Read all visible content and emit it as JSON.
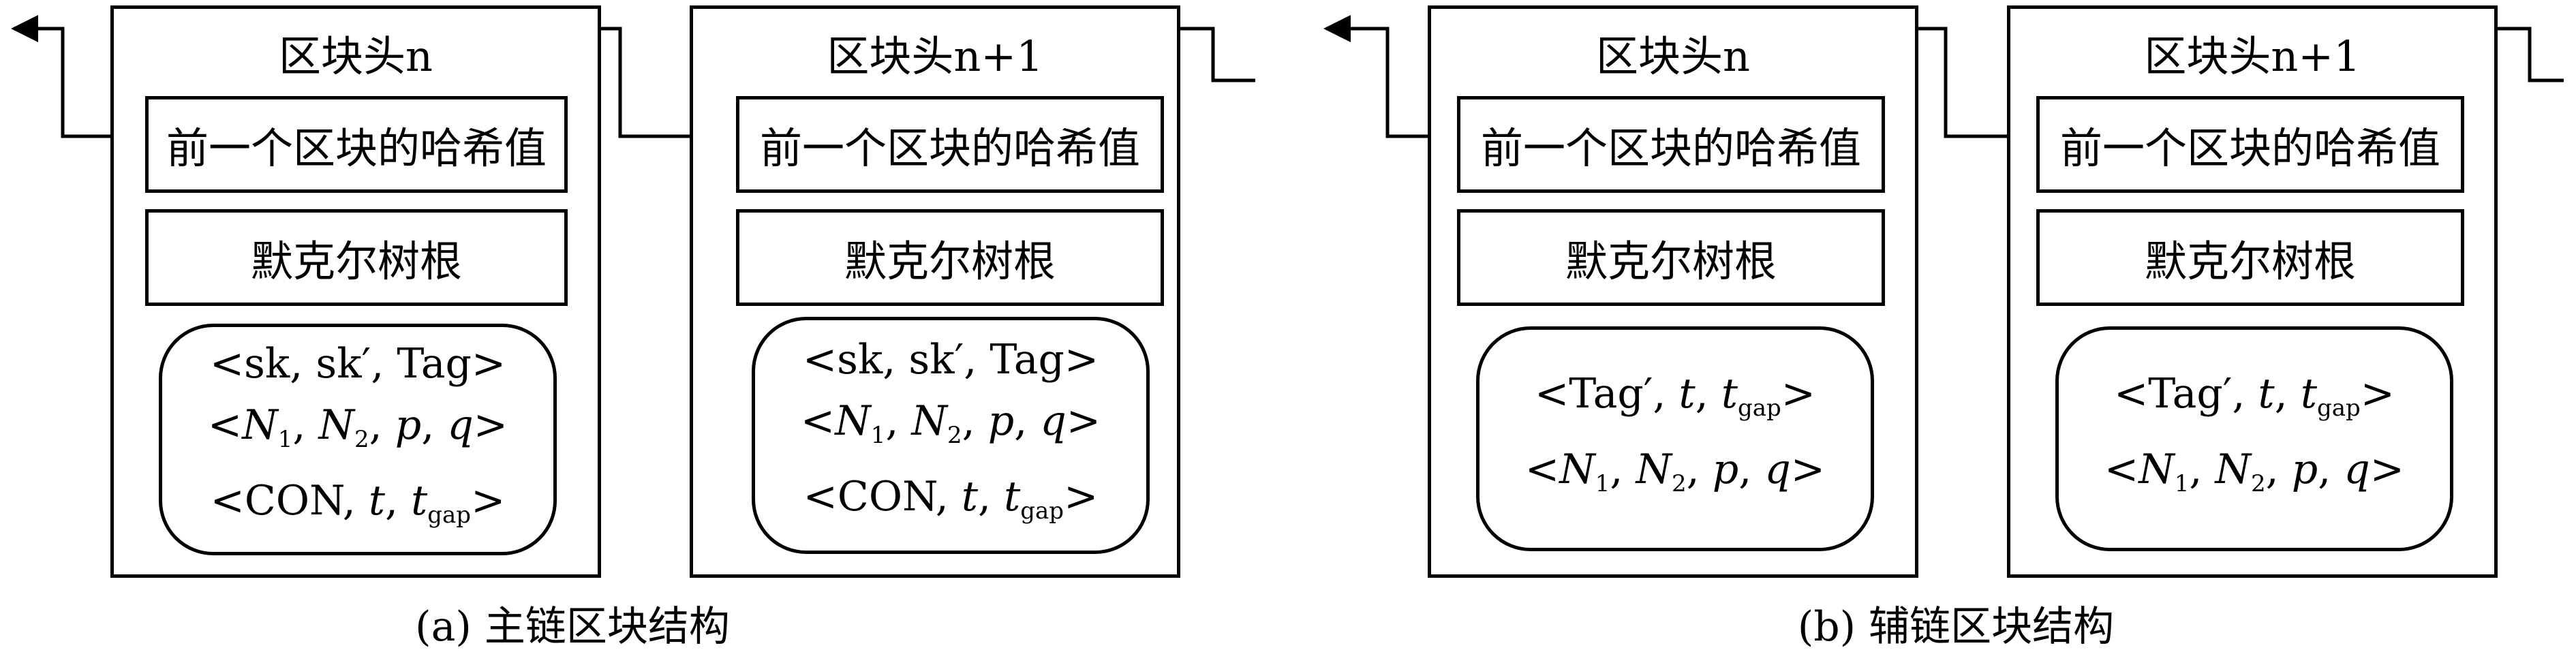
{
  "figure_a": {
    "caption": "(a) 主链区块结构",
    "blocks": [
      {
        "title": "区块头n",
        "prev_hash": "前一个区块的哈希值",
        "merkle_root": "默克尔树根",
        "tx_lines": [
          "<sk, sk′, Tag>",
          "<N1, N2, p, q>",
          "<CON, t, tgap>"
        ]
      },
      {
        "title": "区块头n+1",
        "prev_hash": "前一个区块的哈希值",
        "merkle_root": "默克尔树根",
        "tx_lines": [
          "<sk, sk′, Tag>",
          "<N1, N2, p, q>",
          "<CON, t, tgap>"
        ]
      }
    ]
  },
  "figure_b": {
    "caption": "(b) 辅链区块结构",
    "blocks": [
      {
        "title": "区块头n",
        "prev_hash": "前一个区块的哈希值",
        "merkle_root": "默克尔树根",
        "tx_lines": [
          "<Tag′, t, tgap>",
          "<N1, N2, p, q>"
        ]
      },
      {
        "title": "区块头n+1",
        "prev_hash": "前一个区块的哈希值",
        "merkle_root": "默克尔树根",
        "tx_lines": [
          "<Tag′, t, tgap>",
          "<N1, N2, p, q>"
        ]
      }
    ]
  }
}
